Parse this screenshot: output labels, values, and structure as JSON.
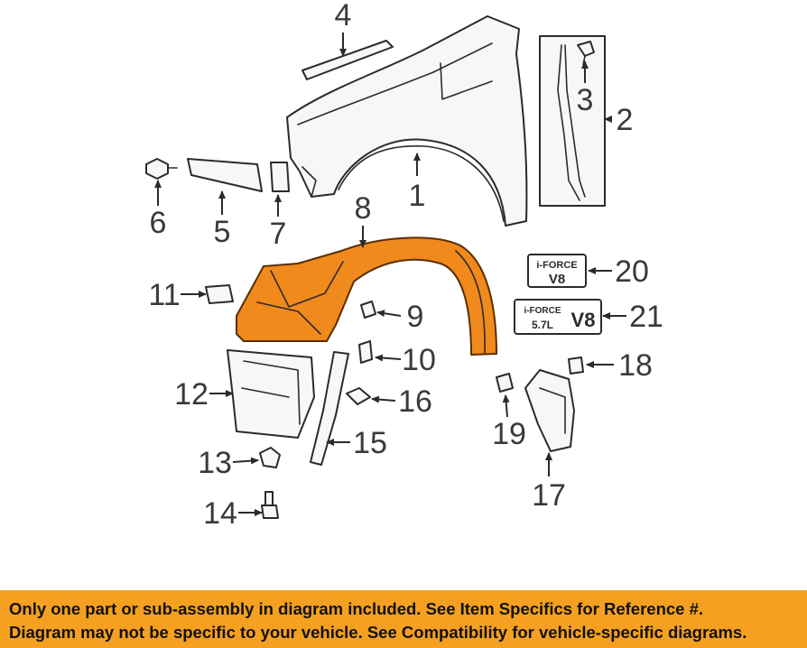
{
  "callouts": {
    "c1": "1",
    "c2": "2",
    "c3": "3",
    "c4": "4",
    "c5": "5",
    "c6": "6",
    "c7": "7",
    "c8": "8",
    "c9": "9",
    "c10": "10",
    "c11": "11",
    "c12": "12",
    "c13": "13",
    "c14": "14",
    "c15": "15",
    "c16": "16",
    "c17": "17",
    "c18": "18",
    "c19": "19",
    "c20": "20",
    "c21": "21"
  },
  "badges": {
    "b20_line1": "i-FORCE",
    "b20_line2": "V8",
    "b21_line1": "i-FORCE",
    "b21_line2": "5.7L",
    "b21_big": "V8"
  },
  "disclaimer": {
    "line1": "Only one part or sub-assembly in diagram included. See Item Specifics for Reference #.",
    "line2": "Diagram may not be specific to your vehicle. See Compatibility for vehicle-specific diagrams."
  },
  "colors": {
    "highlight_part": "#f08a1c",
    "banner": "#f5a020"
  }
}
